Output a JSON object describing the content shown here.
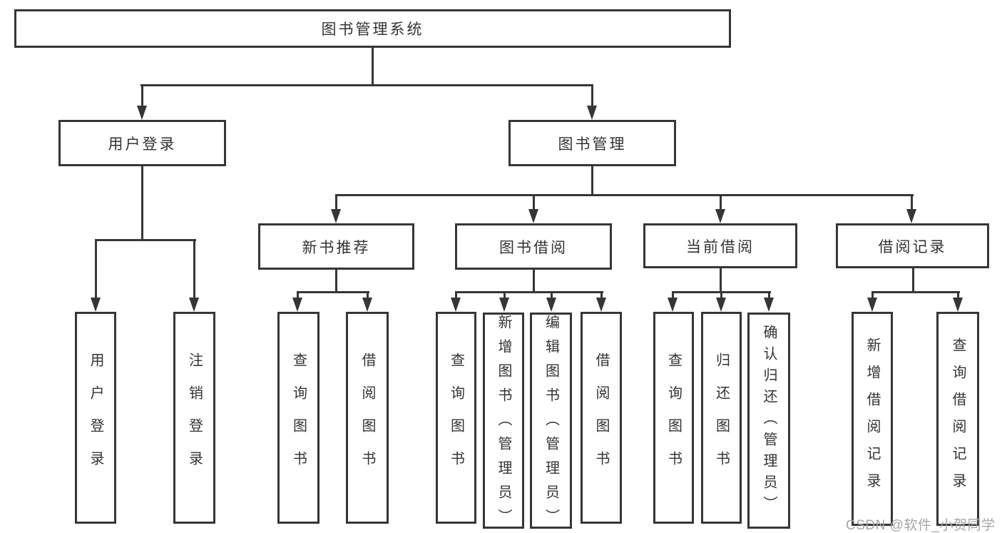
{
  "diagram": {
    "title": "图书管理系统",
    "line_color": "#363636",
    "text_color": "#333333",
    "tree": {
      "root": "图书管理系统",
      "branches": [
        {
          "label": "用户登录",
          "children": [
            {
              "label": "用户登录"
            },
            {
              "label": "注销登录"
            }
          ]
        },
        {
          "label": "图书管理",
          "children": [
            {
              "label": "新书推荐",
              "children": [
                {
                  "label": "查询图书"
                },
                {
                  "label": "借阅图书"
                }
              ]
            },
            {
              "label": "图书借阅",
              "children": [
                {
                  "label": "查询图书"
                },
                {
                  "label": "新增图书（管理员）"
                },
                {
                  "label": "编辑图书（管理员）"
                },
                {
                  "label": "借阅图书"
                }
              ]
            },
            {
              "label": "当前借阅",
              "children": [
                {
                  "label": "查询图书"
                },
                {
                  "label": "归还图书"
                },
                {
                  "label": "确认归还（管理员）"
                }
              ]
            },
            {
              "label": "借阅记录",
              "children": [
                {
                  "label": "新增借阅记录"
                },
                {
                  "label": "查询借阅记录"
                }
              ]
            }
          ]
        }
      ]
    },
    "watermark": {
      "text": "CSDN @软件_小贺同学",
      "color": "#a6a6a6"
    }
  }
}
